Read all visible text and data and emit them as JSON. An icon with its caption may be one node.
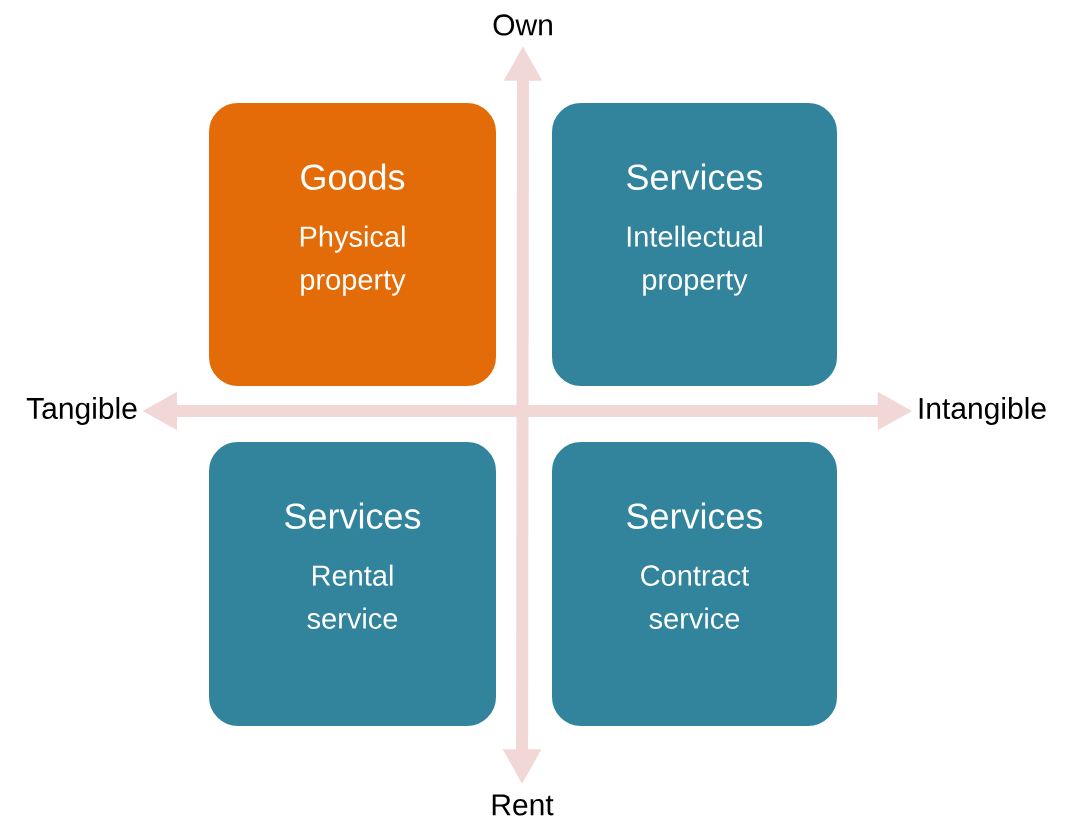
{
  "diagram": {
    "nodes": [
      {
        "text": [
          "Goods",
          "Physical property"
        ]
      },
      {
        "text": [
          "Services",
          "Intellectual property"
        ]
      },
      {
        "text": [
          "Services",
          "Rental service"
        ]
      },
      {
        "text": [
          "Services",
          "Contract service"
        ]
      },
      {
        "text": [
          "Own"
        ]
      },
      {
        "text": [
          "Tangible"
        ]
      },
      {
        "text": [
          "Intangible"
        ]
      },
      {
        "text": [
          "Rent"
        ]
      }
    ],
    "edges": [
      {
        "from": 4,
        "to": 7,
        "arrow": "both"
      },
      {
        "from": 5,
        "to": 6,
        "arrow": "both"
      }
    ]
  }
}
